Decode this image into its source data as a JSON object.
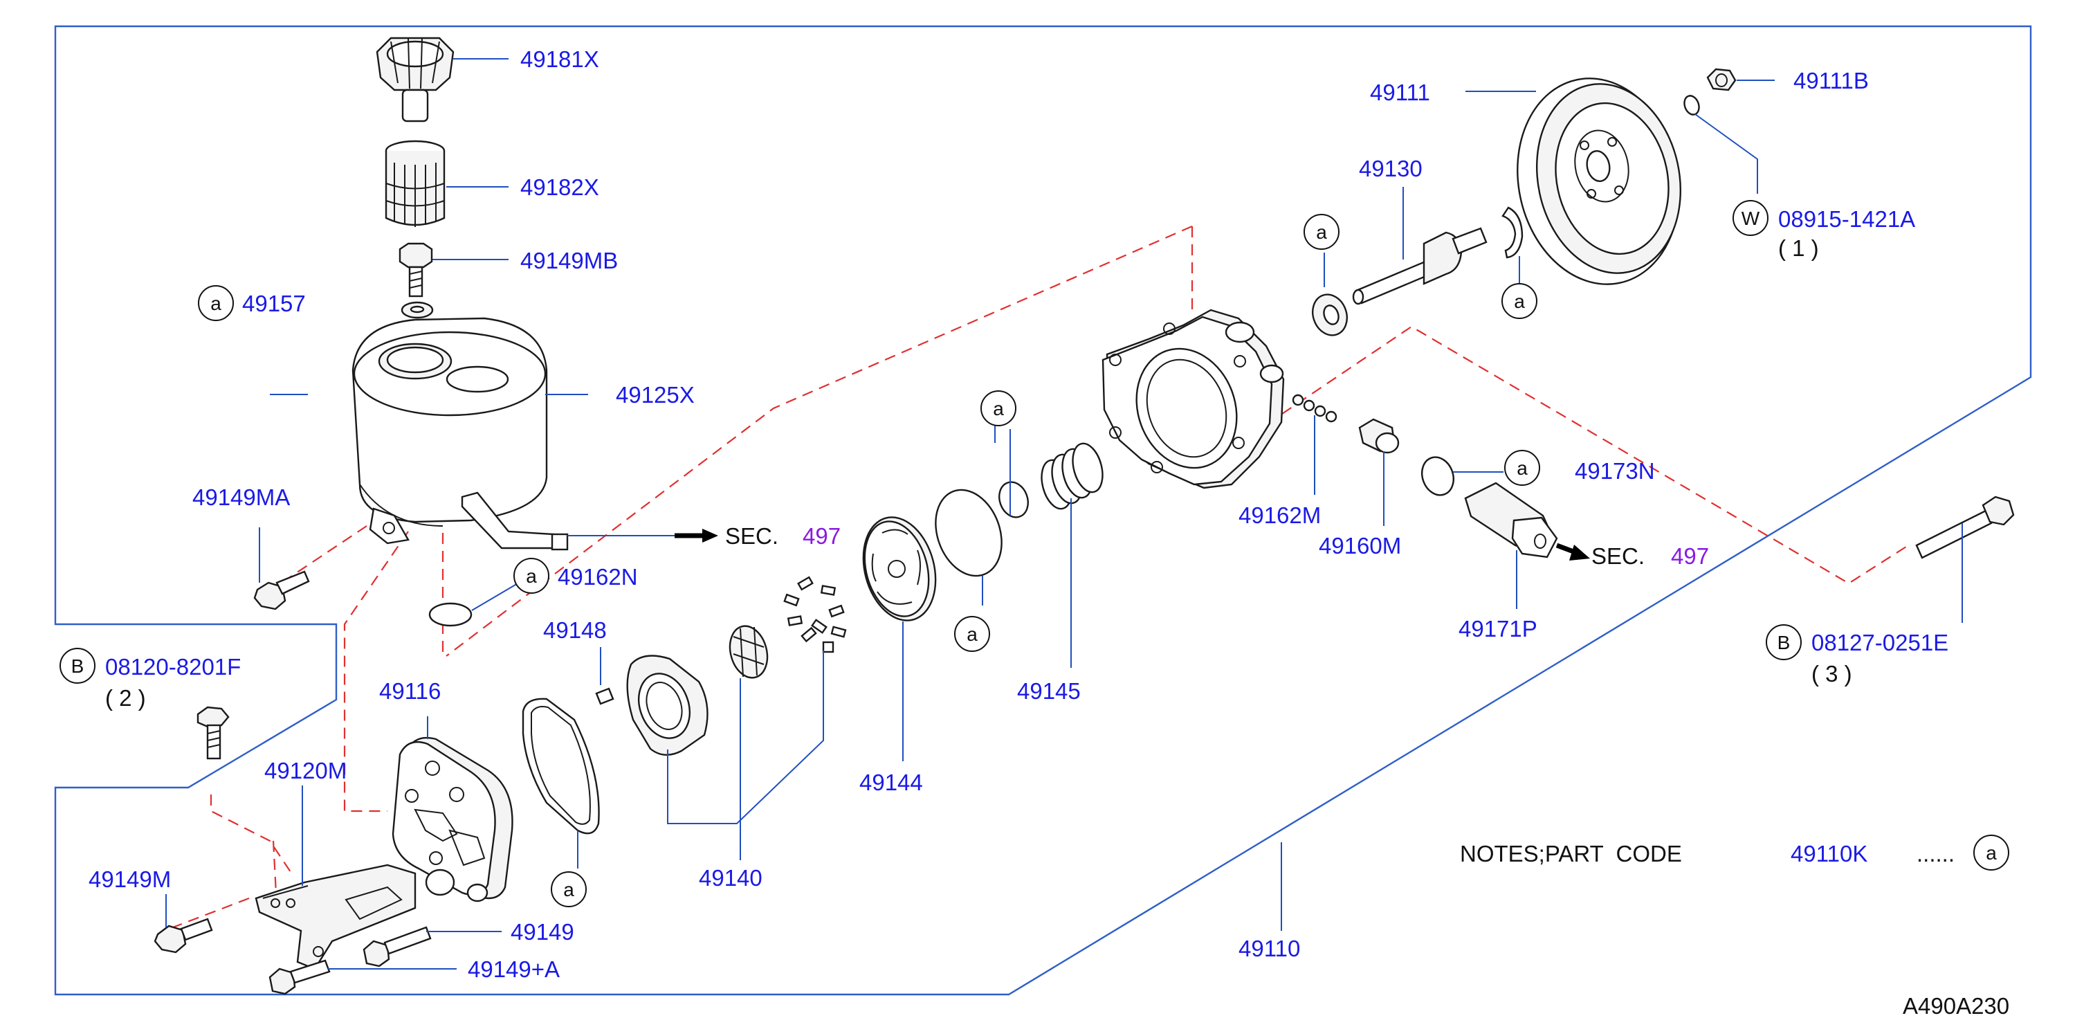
{
  "labels": {
    "p49181X": "49181X",
    "p49182X": "49182X",
    "p49149MB": "49149MB",
    "p49157": "49157",
    "p49125X": "49125X",
    "p49149MA": "49149MA",
    "p49162N": "49162N",
    "p49148": "49148",
    "p49116": "49116",
    "p49120M": "49120M",
    "p49149M": "49149M",
    "p49149": "49149",
    "p49149A": "49149+A",
    "p49140": "49140",
    "p49144": "49144",
    "p49145": "49145",
    "p49162M": "49162M",
    "p49160M": "49160M",
    "p49173N": "49173N",
    "p49171P": "49171P",
    "p49111": "49111",
    "p49111B": "49111B",
    "p49130": "49130",
    "p49110": "49110",
    "b08120": "08120-8201F",
    "b08120_qty": "( 2 )",
    "b08127": "08127-0251E",
    "b08127_qty": "( 3 )",
    "w08915": "08915-1421A",
    "w08915_qty": "( 1 )"
  },
  "circle_marks": {
    "a": "a",
    "B": "B",
    "W": "W"
  },
  "sec_refs": {
    "sec1_text": "SEC.",
    "sec1_num": "497",
    "sec2_text": "SEC.",
    "sec2_num": "497"
  },
  "notes": {
    "text": "NOTES;PART  CODE",
    "code": "49110K",
    "dots": "......"
  },
  "diagram_id": "A490A230",
  "colors": {
    "part_number": "#1a1ae6",
    "leader_line": "#1f4fbf",
    "dashed_line": "#e03030",
    "section_number": "#8a1ae0",
    "text_dark": "#111111"
  }
}
